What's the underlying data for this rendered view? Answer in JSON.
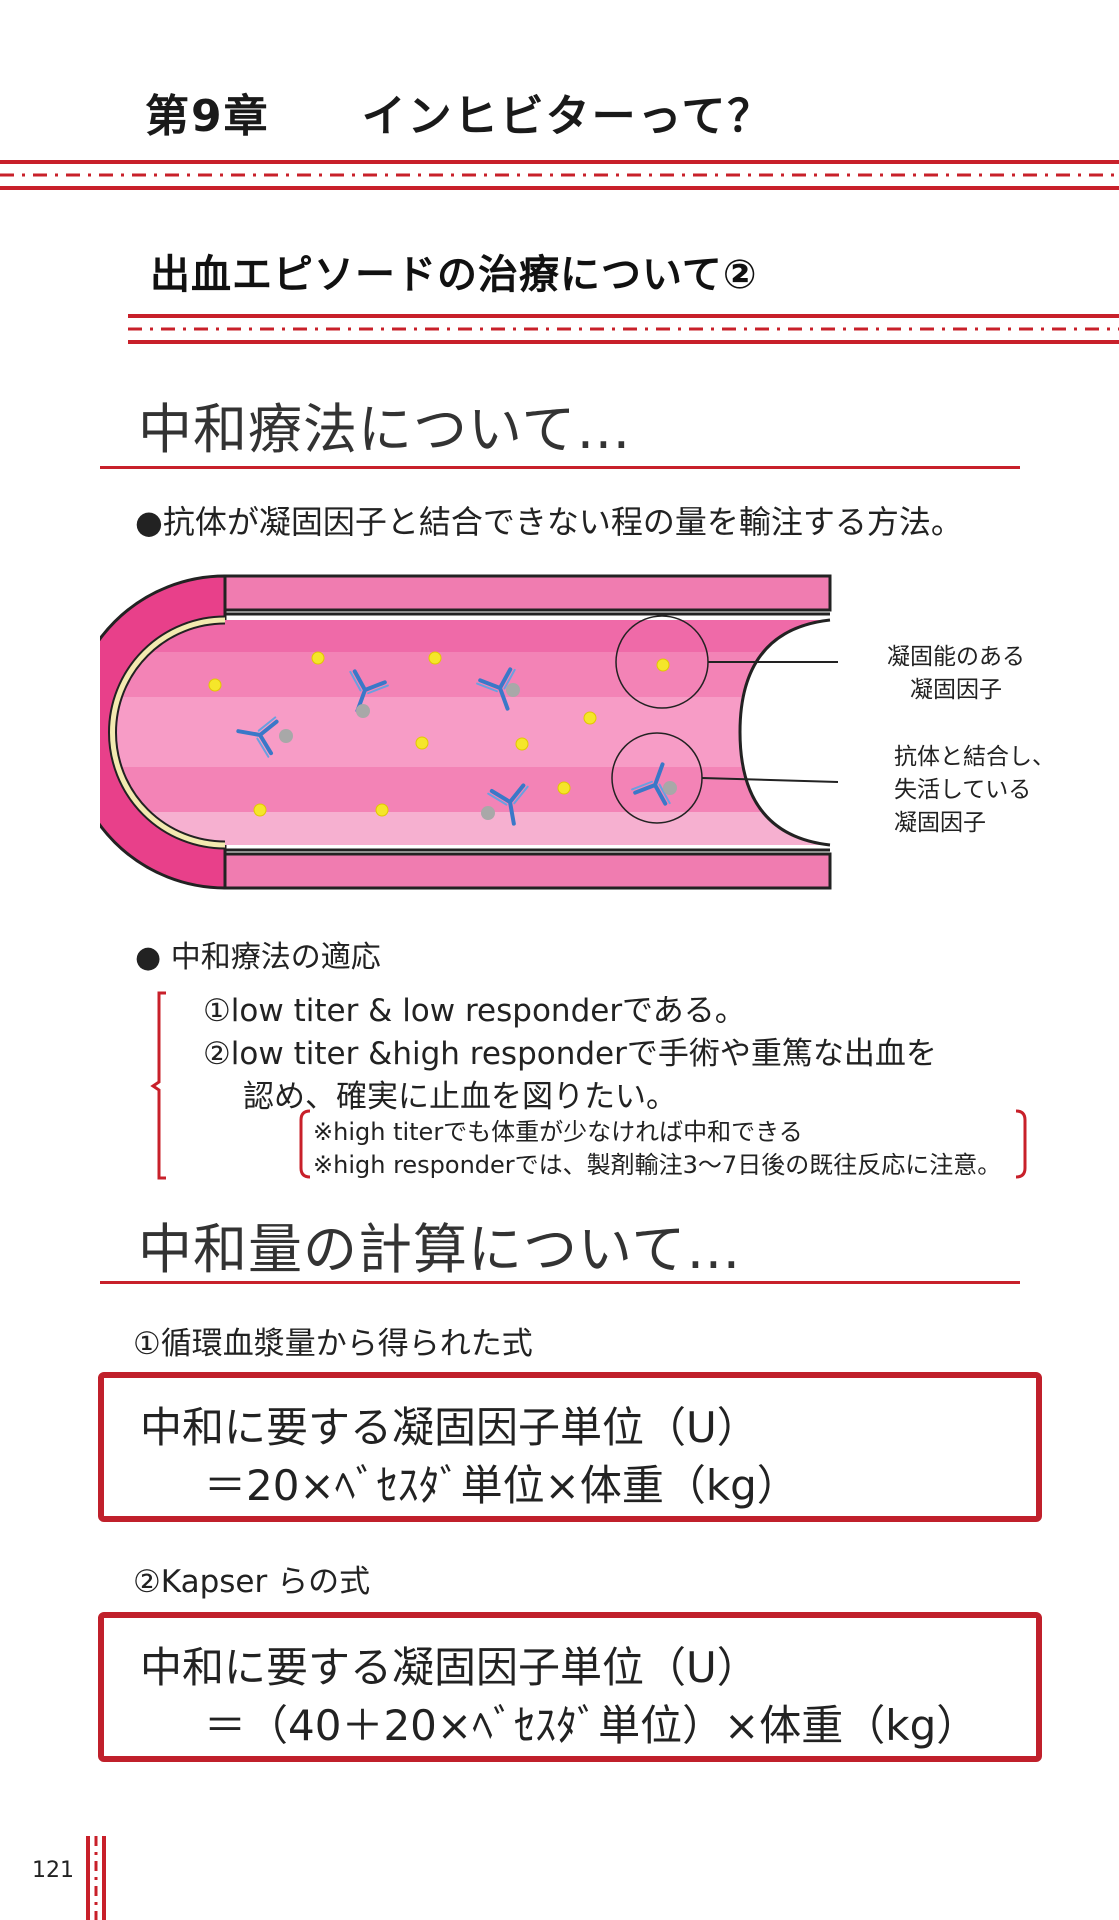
{
  "header": {
    "chapter_title": "第9章　　インヒビターって？",
    "section_title": "出血エピソードの治療について②"
  },
  "neutralization": {
    "heading": "中和療法について…",
    "description": "●抗体が凝固因子と結合できない程の量を輸注する方法。",
    "diagram_labels": {
      "active_factor": [
        "凝固能のある",
        "凝固因子"
      ],
      "inactive_factor": [
        "抗体と結合し、",
        "失活している",
        "凝固因子"
      ]
    },
    "indications": {
      "heading": "● 中和療法の適応",
      "item1": "①low titer & low responderである。",
      "item2_line1": "②low titer &high  responderで手術や重篤な出血を",
      "item2_line2": "認め、確実に止血を図りたい。",
      "note1": "※high titerでも体重が少なければ中和できる",
      "note2": "※high responderでは、製剤輸注3～7日後の既往反応に注意。"
    }
  },
  "calculation": {
    "heading": "中和量の計算について…",
    "formula1_title": "①循環血漿量から得られた式",
    "formula1_line1": "中和に要する凝固因子単位（U）",
    "formula1_line2": "＝20×ﾍﾞｾｽﾀﾞ単位×体重（kg）",
    "formula2_title": "②Kapser らの式",
    "formula2_line1": "中和に要する凝固因子単位（U）",
    "formula2_line2": "＝（40＋20×ﾍﾞｾｽﾀﾞ単位）×体重（kg）"
  },
  "footer": {
    "page_number": "121"
  },
  "colors": {
    "accent_red": "#c8202a",
    "vessel_pink": "#f07cb0",
    "vessel_dark": "#e8408a",
    "factor_yellow": "#f5e62a",
    "antibody_blue": "#3a78c8"
  }
}
